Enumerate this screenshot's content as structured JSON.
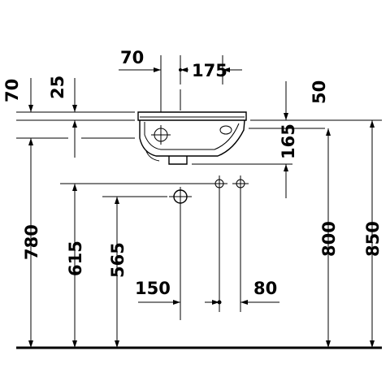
{
  "dimensions": {
    "d70_top": "70",
    "d175": "175",
    "d70_left": "70",
    "d25": "25",
    "d50": "50",
    "d165": "165",
    "d780": "780",
    "d615": "615",
    "d565": "565",
    "d150": "150",
    "d80": "80",
    "d800": "800",
    "d850": "850"
  }
}
